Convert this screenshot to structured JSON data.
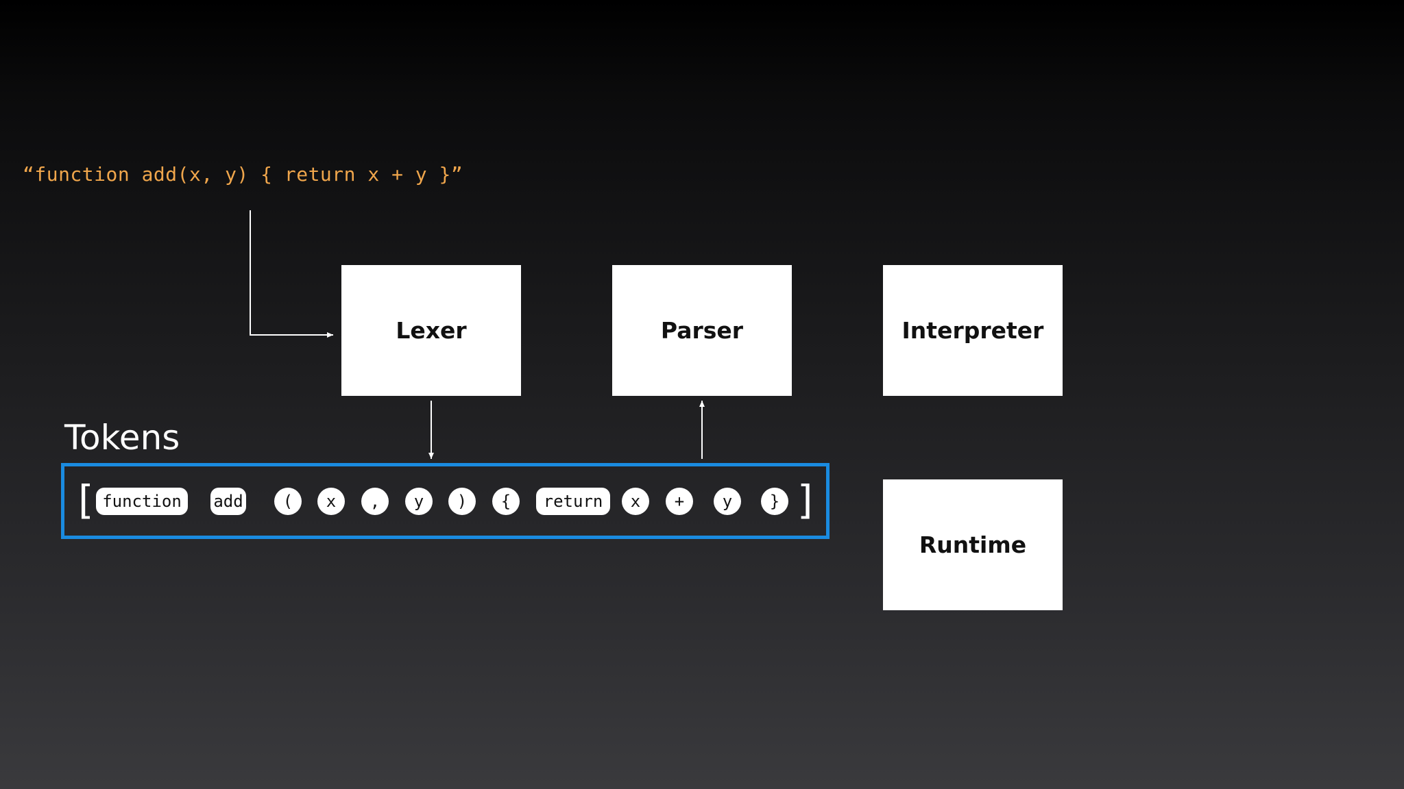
{
  "source_code": "“function add(x, y) { return x + y }”",
  "stages": {
    "lexer": "Lexer",
    "parser": "Parser",
    "interpreter": "Interpreter",
    "runtime": "Runtime"
  },
  "tokens_title": "Tokens",
  "brackets": {
    "open": "[",
    "close": "]"
  },
  "tokens": [
    "function",
    "add",
    "(",
    "x",
    ",",
    "y",
    ")",
    "{",
    "return",
    "x",
    "+",
    "y",
    "}"
  ],
  "colors": {
    "source_code": "#f0a64c",
    "tokens_frame": "#1a8be0",
    "box_fill": "#ffffff"
  }
}
